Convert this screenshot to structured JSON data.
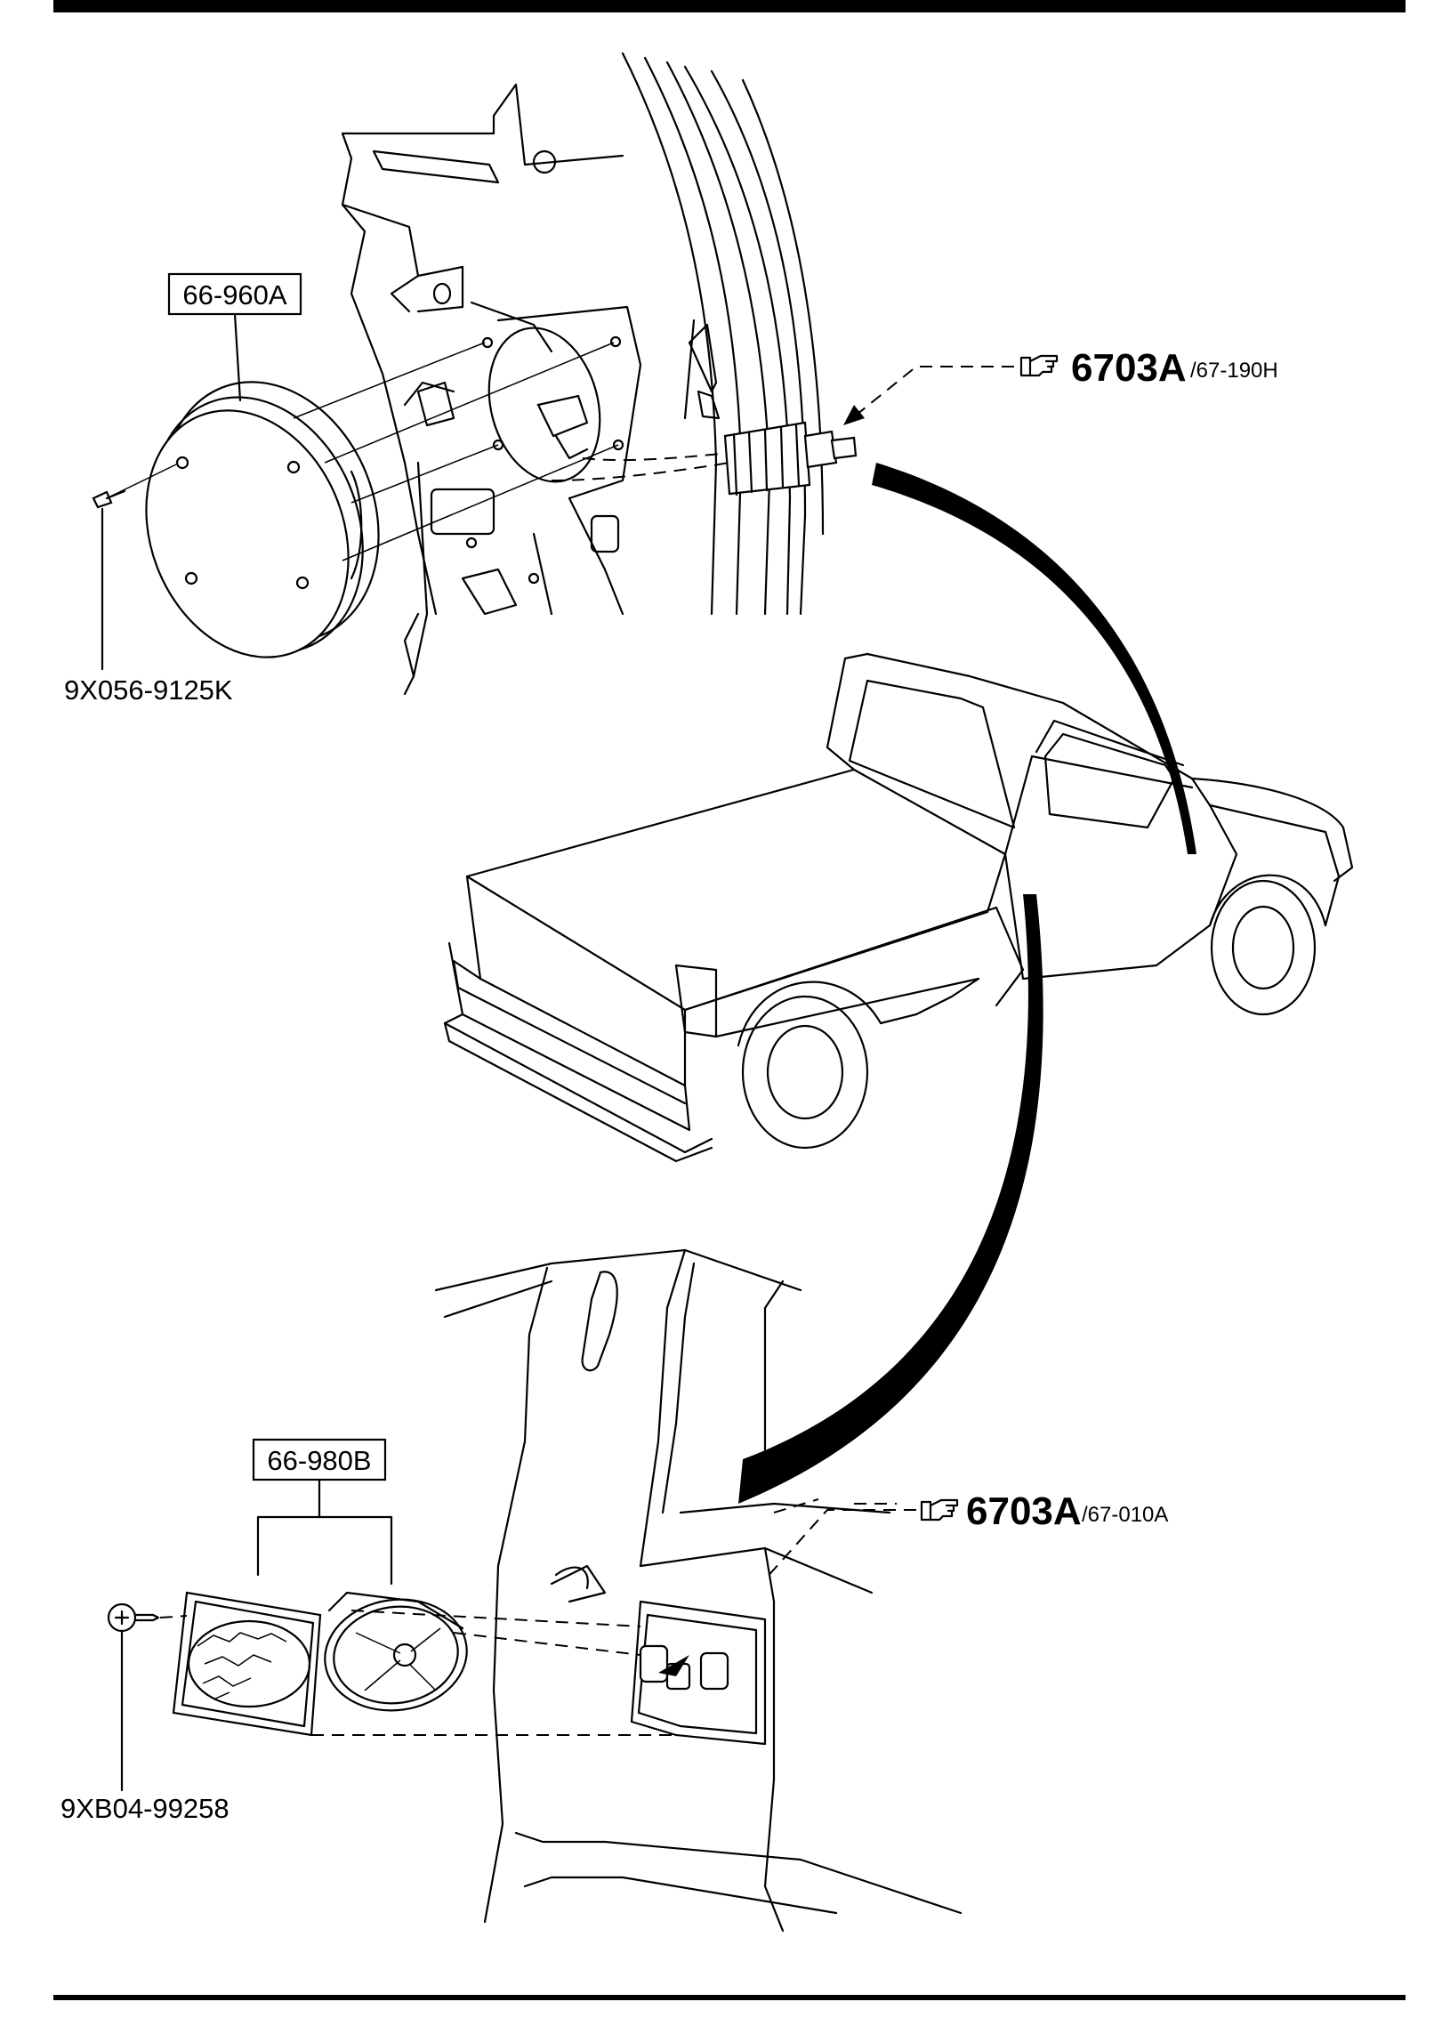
{
  "parts": {
    "front_speaker": "66-960A",
    "front_screw": "9X056-9125K",
    "rear_speaker": "66-980B",
    "rear_screw": "9XB04-99258"
  },
  "references": {
    "upper": {
      "main": "6703A",
      "sub": "/67-190H",
      "icon": "pointing-hand-icon"
    },
    "lower": {
      "main": "6703A",
      "sub": "/67-010A",
      "icon": "pointing-hand-icon"
    }
  }
}
